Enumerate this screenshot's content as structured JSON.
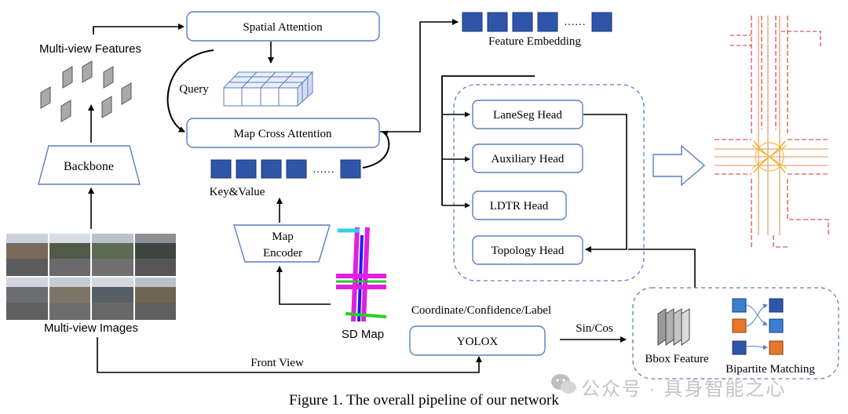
{
  "labels": {
    "spatial_attention": "Spatial Attention",
    "multiview_features": "Multi-view Features",
    "query": "Query",
    "map_cross_attention": "Map Cross Attention",
    "backbone": "Backbone",
    "key_value": "Key&Value",
    "feature_embedding": "Feature Embedding",
    "laneseg_head": "LaneSeg Head",
    "auxiliary_head": "Auxiliary Head",
    "ldtr_head": "LDTR Head",
    "topology_head": "Topology Head",
    "map_encoder_line1": "Map",
    "map_encoder_line2": "Encoder",
    "sd_map": "SD Map",
    "coord_conf_label": "Coordinate/Confidence/Label",
    "yolox": "YOLOX",
    "sin_cos": "Sin/Cos",
    "front_view": "Front View",
    "multiview_images": "Multi-view Images",
    "bbox_feature": "Bbox Feature",
    "bipartite_matching": "Bipartite Matching",
    "dots": "……"
  },
  "caption": "Figure 1. The overall pipeline of our network",
  "watermark": {
    "text": "公众号 · 具身智能之心",
    "icon": "wechat-icon"
  },
  "colors": {
    "box_stroke": "#5b7fc0",
    "token_fill": "#2f55a8",
    "orange_fill": "#e8762b",
    "blue_fill": "#3a7fd0",
    "dashed_stroke": "#5b7fc0",
    "sdmap_magenta": "#e020e0",
    "sdmap_blue": "#1a1aff",
    "sdmap_green": "#20d020",
    "sdmap_cyan": "#30d0e8"
  }
}
